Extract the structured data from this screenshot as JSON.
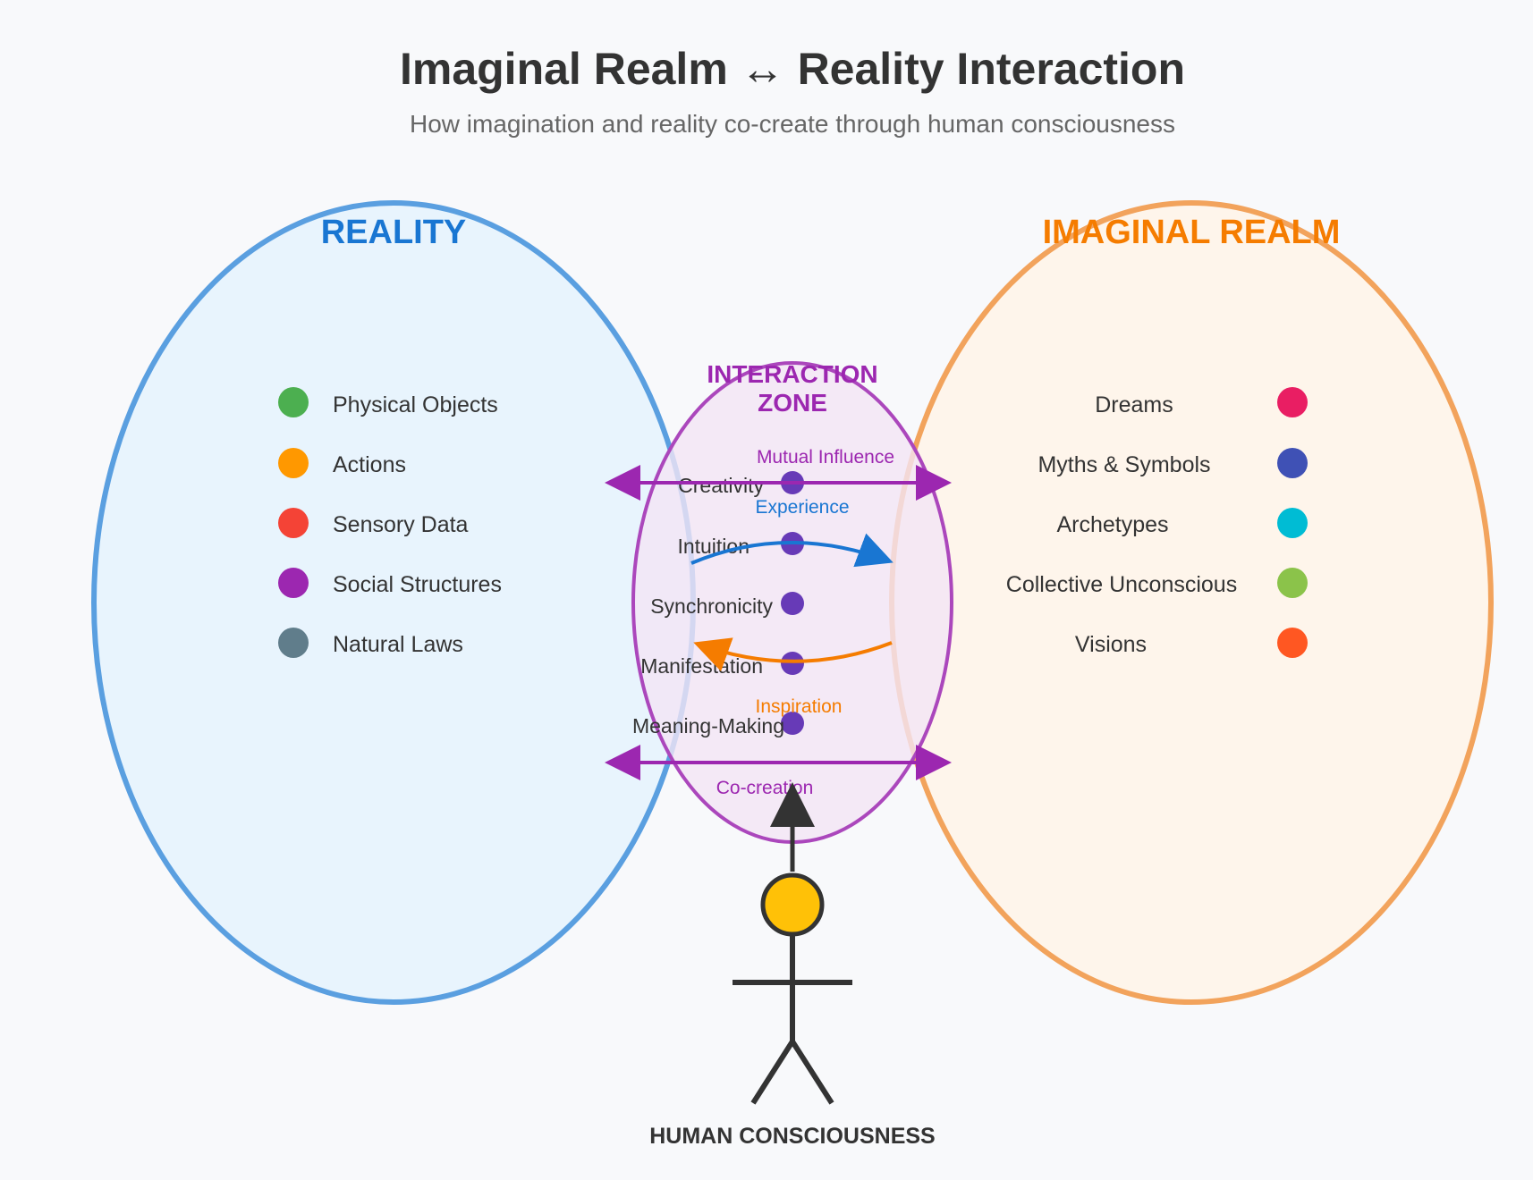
{
  "header": {
    "title": "Imaginal Realm ↔ Reality Interaction",
    "subtitle": "How imagination and reality co-create through human consciousness"
  },
  "reality": {
    "title": "REALITY",
    "color": "#1976d2",
    "stroke": "#5a9fe0",
    "fill": "#e8f4fd",
    "items": [
      {
        "label": "Physical Objects",
        "color": "#4caf50"
      },
      {
        "label": "Actions",
        "color": "#ff9800"
      },
      {
        "label": "Sensory Data",
        "color": "#f44336"
      },
      {
        "label": "Social Structures",
        "color": "#9c27b0"
      },
      {
        "label": "Natural Laws",
        "color": "#607d8b"
      }
    ]
  },
  "imaginal": {
    "title": "IMAGINAL REALM",
    "color": "#f57c00",
    "stroke": "#f2a35c",
    "fill": "#fff5e8",
    "items": [
      {
        "label": "Dreams",
        "color": "#e91e63"
      },
      {
        "label": "Myths & Symbols",
        "color": "#3f51b5"
      },
      {
        "label": "Archetypes",
        "color": "#00bcd4"
      },
      {
        "label": "Collective Unconscious",
        "color": "#8bc34a"
      },
      {
        "label": "Visions",
        "color": "#ff5722"
      }
    ]
  },
  "interaction": {
    "title_line1": "INTERACTION",
    "title_line2": "ZONE",
    "color": "#9c27b0",
    "dot_color": "#673ab7",
    "items": [
      {
        "label": "Creativity"
      },
      {
        "label": "Intuition"
      },
      {
        "label": "Synchronicity"
      },
      {
        "label": "Manifestation"
      },
      {
        "label": "Meaning-Making"
      }
    ]
  },
  "arrows": {
    "mutual_influence": {
      "label": "Mutual Influence",
      "color": "#9c27b0"
    },
    "experience": {
      "label": "Experience",
      "color": "#1976d2"
    },
    "inspiration": {
      "label": "Inspiration",
      "color": "#f57c00"
    },
    "co_creation": {
      "label": "Co-creation",
      "color": "#9c27b0"
    }
  },
  "human": {
    "label": "HUMAN CONSCIOUSNESS",
    "head_color": "#ffc107",
    "line_color": "#333333"
  }
}
